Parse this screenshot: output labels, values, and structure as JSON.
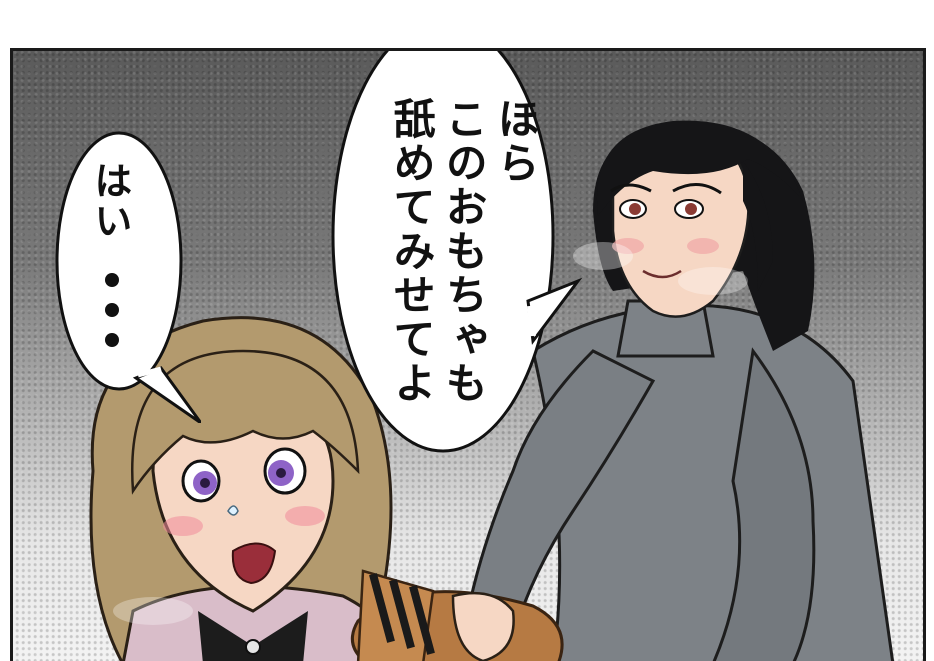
{
  "bubble_left": {
    "text": "はい",
    "ellipsis": "・・・",
    "dot_count": 3
  },
  "bubble_right": {
    "lines": [
      "ほら",
      "このおもちゃも",
      "舐めてみせてよ"
    ]
  },
  "colors": {
    "background_dark": "#5a5a5a",
    "background_light": "#f3f3f3",
    "sweater_gray": "#7d8287",
    "blonde_hair": "#b39a6e",
    "black_hair": "#151517",
    "skin": "#f6d7c4",
    "cardigan_pink": "#d9bdc9",
    "toy_brown": "#b67a43"
  }
}
